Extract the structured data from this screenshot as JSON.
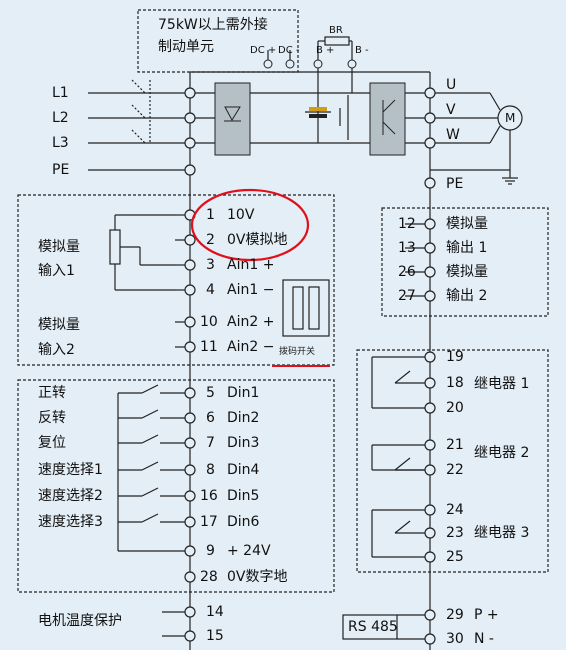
{
  "header": {
    "brake_note_1": "75kW以上需外接",
    "brake_note_2": "制动单元"
  },
  "dc_bus": {
    "dc_plus": "DC +",
    "dc_minus": "DC -",
    "b_plus": "B +",
    "b_minus": "B -",
    "br": "BR"
  },
  "power_in": {
    "l1": "L1",
    "l2": "L2",
    "l3": "L3",
    "pe": "PE"
  },
  "motor_out": {
    "u": "U",
    "v": "V",
    "w": "W",
    "pe": "PE",
    "motor": "M"
  },
  "analog_in": {
    "group1": [
      "模拟量",
      "输入1"
    ],
    "group2": [
      "模拟量",
      "输入2"
    ],
    "terminals": [
      {
        "num": "1",
        "name": "10V"
      },
      {
        "num": "2",
        "name": "0V模拟地"
      },
      {
        "num": "3",
        "name": "Ain1 +"
      },
      {
        "num": "4",
        "name": "Ain1 −"
      },
      {
        "num": "10",
        "name": "Ain2 +"
      },
      {
        "num": "11",
        "name": "Ain2 −"
      }
    ],
    "dip_label": "拨码开关"
  },
  "digital_in": {
    "functions": [
      "正转",
      "反转",
      "复位",
      "速度选择1",
      "速度选择2",
      "速度选择3"
    ],
    "terminals": [
      {
        "num": "5",
        "name": "Din1"
      },
      {
        "num": "6",
        "name": "Din2"
      },
      {
        "num": "7",
        "name": "Din3"
      },
      {
        "num": "8",
        "name": "Din4"
      },
      {
        "num": "16",
        "name": "Din5"
      },
      {
        "num": "17",
        "name": "Din6"
      },
      {
        "num": "9",
        "name": "+ 24V"
      },
      {
        "num": "28",
        "name": "0V数字地"
      }
    ]
  },
  "motor_temp": {
    "label": "电机温度保护",
    "t14": "14",
    "t15": "15"
  },
  "analog_out": {
    "terminals": [
      {
        "num": "12",
        "name": "模拟量"
      },
      {
        "num": "13",
        "name": "输出 1"
      },
      {
        "num": "26",
        "name": "模拟量"
      },
      {
        "num": "27",
        "name": "输出 2"
      }
    ]
  },
  "relays": {
    "nums": [
      "19",
      "18",
      "20",
      "21",
      "22",
      "24",
      "23",
      "25"
    ],
    "labels": [
      "继电器 1",
      "继电器 2",
      "继电器 3"
    ]
  },
  "rs485": {
    "label": "RS 485",
    "t29": "29",
    "p_plus": "P +",
    "t30": "30",
    "n_minus": "N -"
  },
  "colors": {
    "background": "#e4eef6",
    "line": "#222222",
    "annotation": "#e0101a",
    "module": "#b5bfc6"
  }
}
